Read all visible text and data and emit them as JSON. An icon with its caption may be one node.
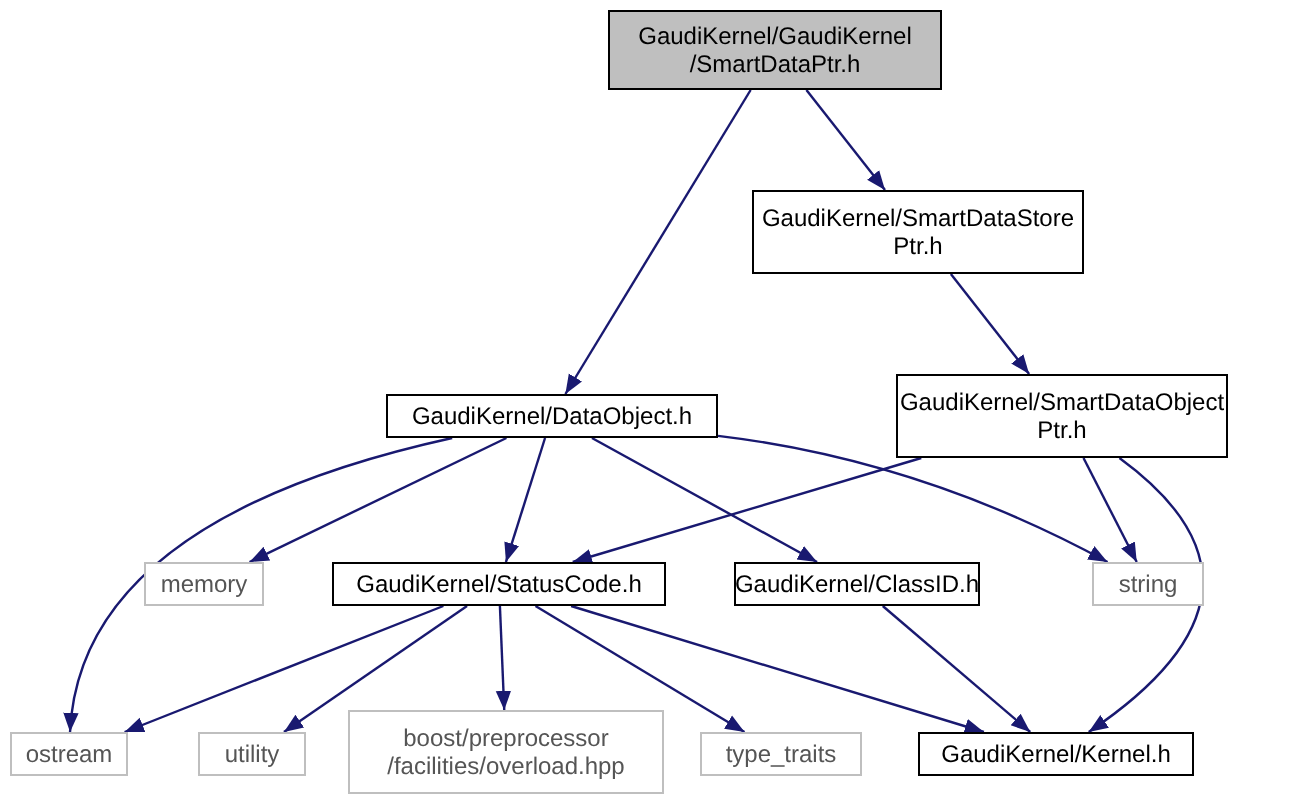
{
  "diagram": {
    "nodes": [
      {
        "text": [
          "GaudiKernel/GaudiKernel /SmartDataPtr.h"
        ]
      },
      {
        "text": [
          "GaudiKernel/SmartDataStore Ptr.h"
        ]
      },
      {
        "text": [
          "GaudiKernel/DataObject.h"
        ]
      },
      {
        "text": [
          "GaudiKernel/SmartDataObject Ptr.h"
        ]
      },
      {
        "text": [
          "memory"
        ]
      },
      {
        "text": [
          "GaudiKernel/StatusCode.h"
        ]
      },
      {
        "text": [
          "GaudiKernel/ClassID.h"
        ]
      },
      {
        "text": [
          "string"
        ]
      },
      {
        "text": [
          "ostream"
        ]
      },
      {
        "text": [
          "utility"
        ]
      },
      {
        "text": [
          "boost/preprocessor /facilities/overload.hpp"
        ]
      },
      {
        "text": [
          "type_traits"
        ]
      },
      {
        "text": [
          "GaudiKernel/Kernel.h"
        ]
      }
    ],
    "edges": [
      {
        "from": 0,
        "to": 2,
        "arrow": "to"
      },
      {
        "from": 0,
        "to": 1,
        "arrow": "to"
      },
      {
        "from": 1,
        "to": 3,
        "arrow": "to"
      },
      {
        "from": 2,
        "to": 8,
        "arrow": "to"
      },
      {
        "from": 2,
        "to": 4,
        "arrow": "to"
      },
      {
        "from": 2,
        "to": 5,
        "arrow": "to"
      },
      {
        "from": 2,
        "to": 6,
        "arrow": "to"
      },
      {
        "from": 2,
        "to": 7,
        "arrow": "to"
      },
      {
        "from": 3,
        "to": 5,
        "arrow": "to"
      },
      {
        "from": 3,
        "to": 7,
        "arrow": "to"
      },
      {
        "from": 3,
        "to": 12,
        "arrow": "to"
      },
      {
        "from": 5,
        "to": 8,
        "arrow": "to"
      },
      {
        "from": 5,
        "to": 9,
        "arrow": "to"
      },
      {
        "from": 5,
        "to": 10,
        "arrow": "to"
      },
      {
        "from": 5,
        "to": 11,
        "arrow": "to"
      },
      {
        "from": 5,
        "to": 12,
        "arrow": "to"
      },
      {
        "from": 6,
        "to": 12,
        "arrow": "to"
      }
    ]
  }
}
